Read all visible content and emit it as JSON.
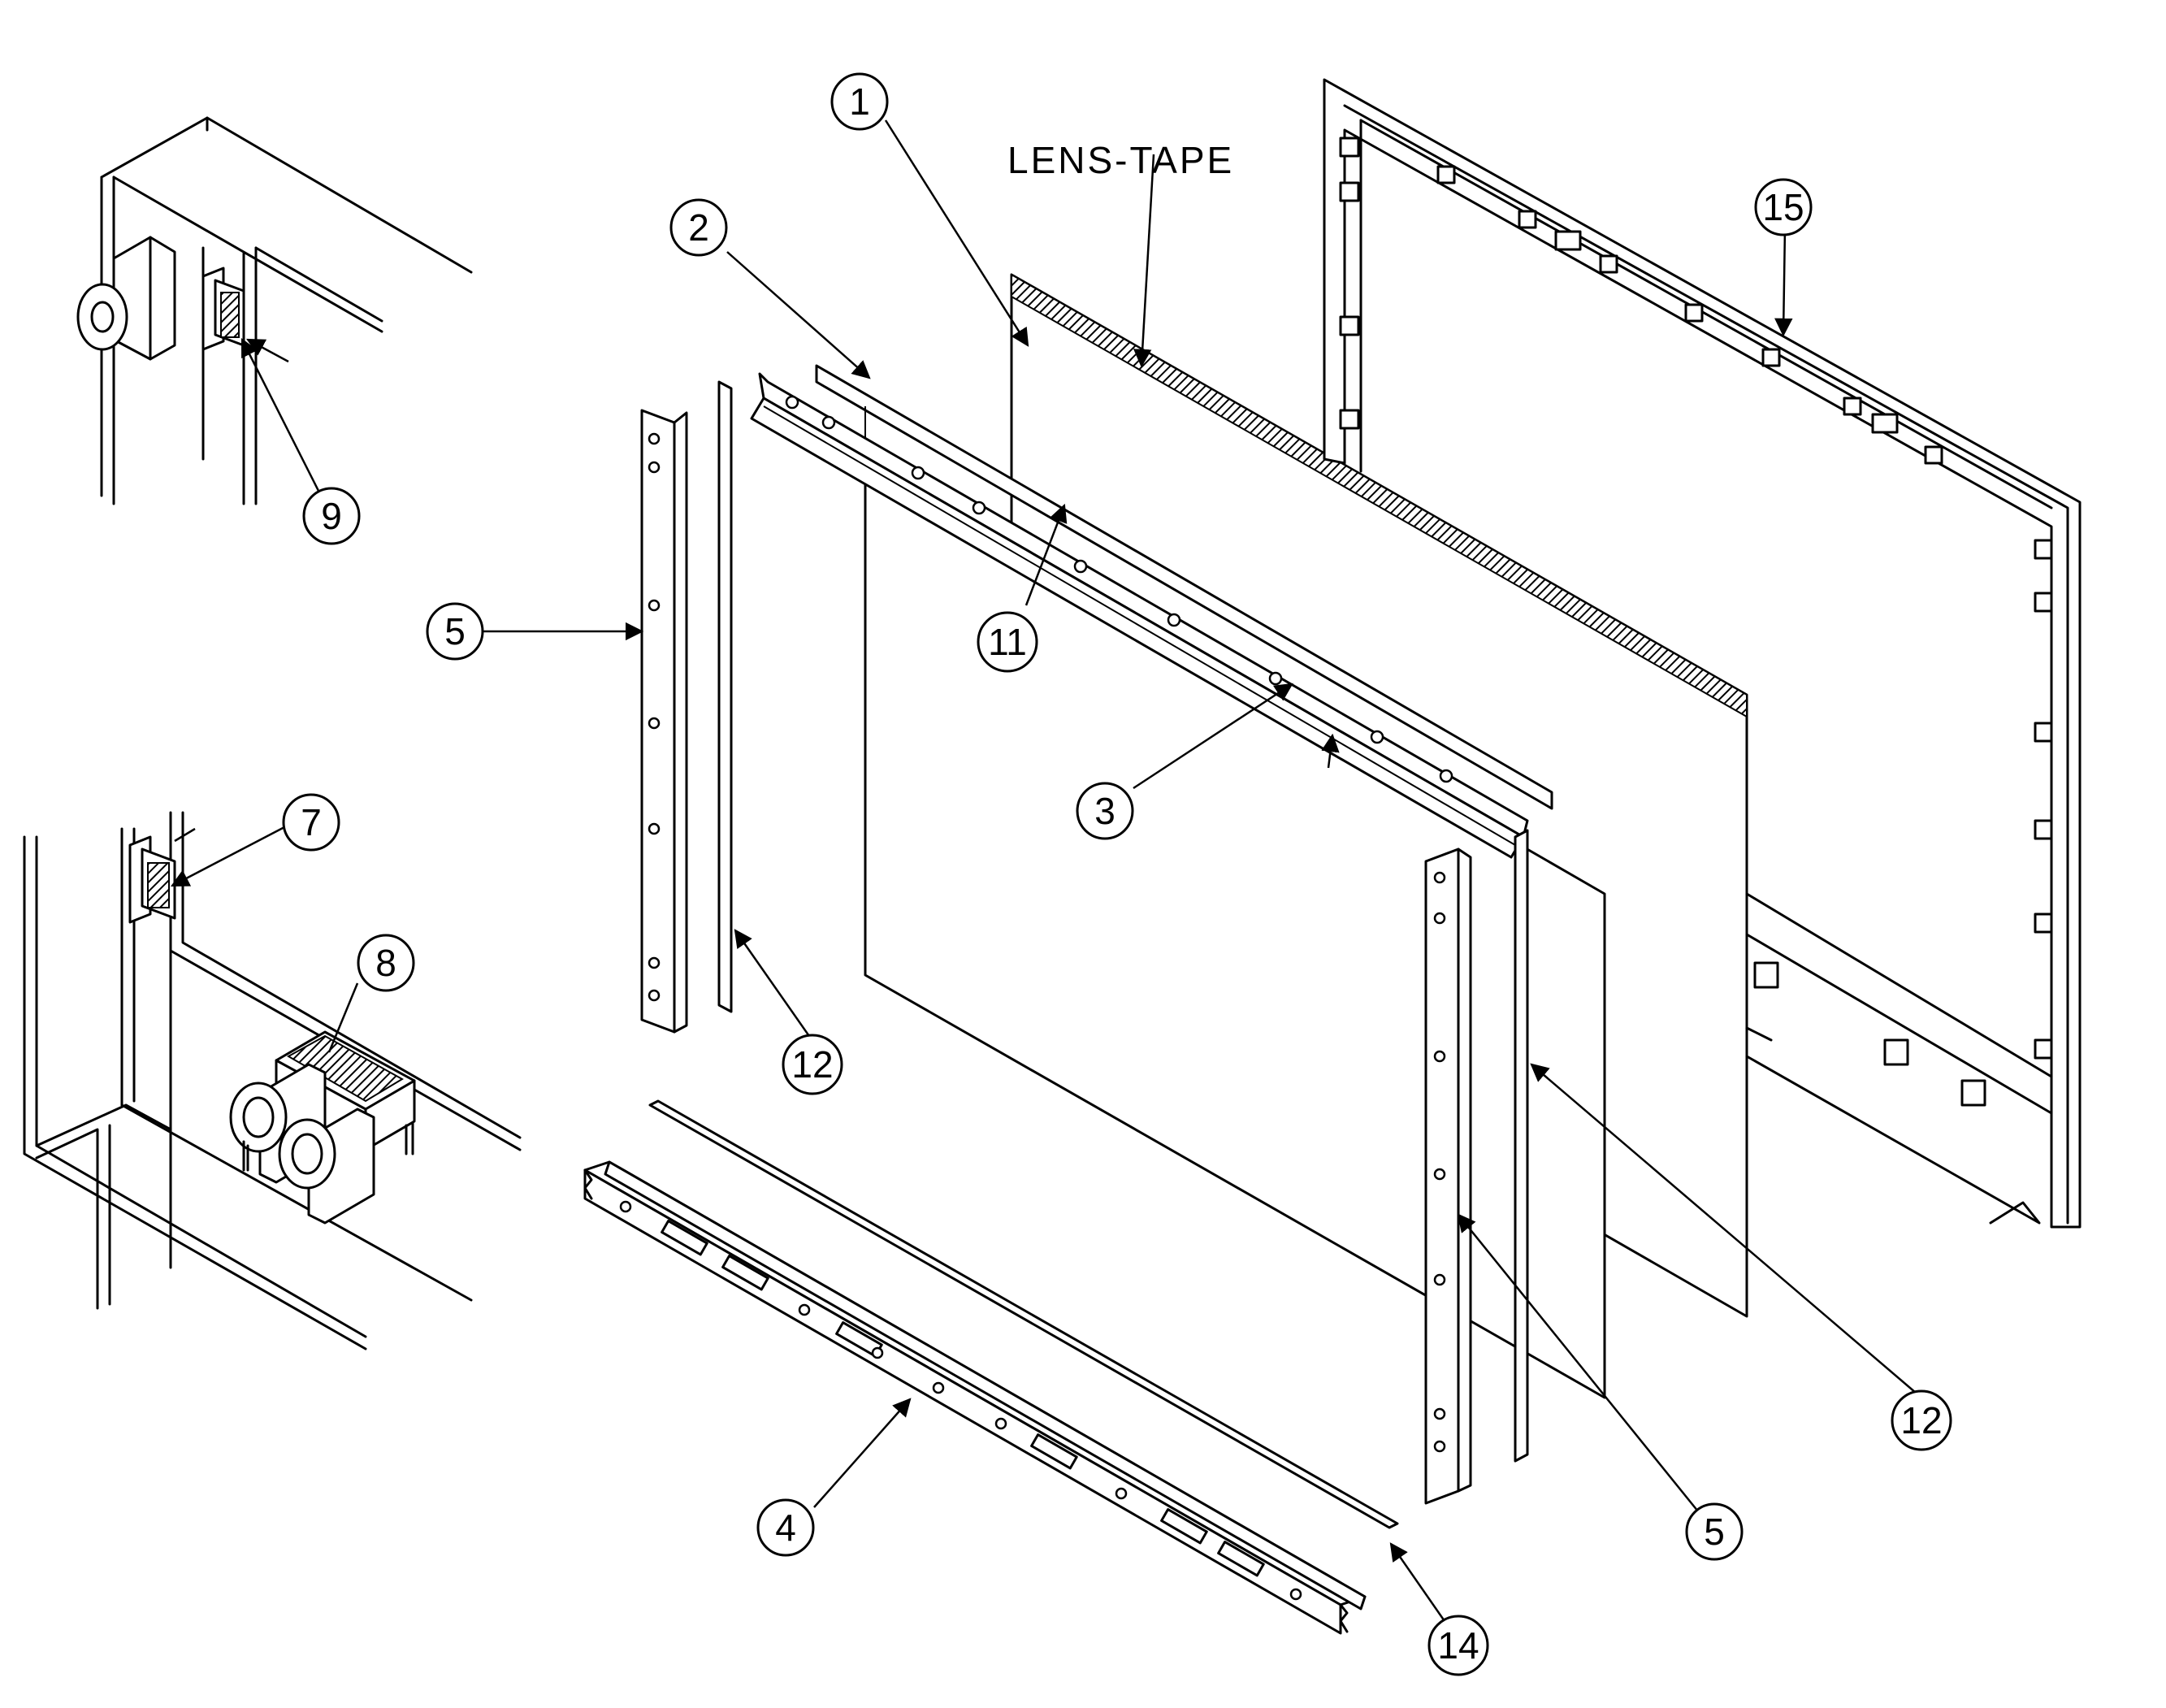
{
  "diagram": {
    "text_label": "LENS-TAPE",
    "callouts": {
      "c1": "1",
      "c2": "2",
      "c3": "3",
      "c4": "4",
      "c5_left": "5",
      "c5_right": "5",
      "c7": "7",
      "c8": "8",
      "c9": "9",
      "c11": "11",
      "c12_left": "12",
      "c12_right": "12",
      "c14": "14",
      "c15": "15"
    }
  }
}
